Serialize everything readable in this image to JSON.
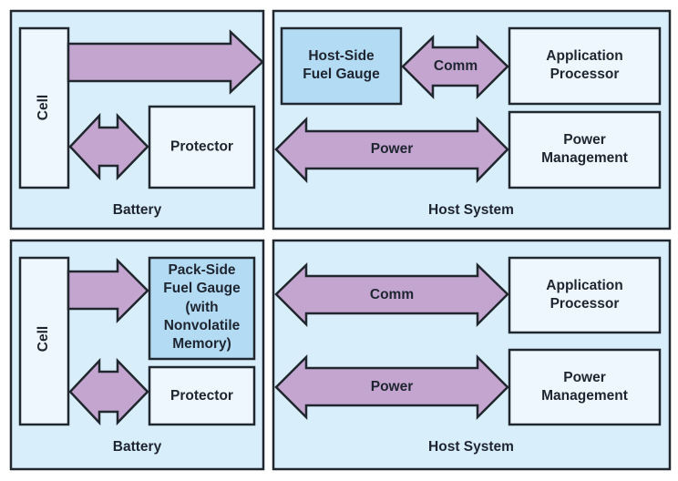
{
  "diagram": {
    "colors": {
      "panel_fill": "#d9eefb",
      "box_fill": "#eef7fd",
      "fuel_gauge_fill": "#b3dcf4",
      "arrow_fill": "#c3a5cf",
      "outline": "#20272e",
      "text": "#1e2530"
    },
    "top": {
      "battery": {
        "title": "Battery",
        "cell": "Cell",
        "protector": "Protector"
      },
      "host": {
        "title": "Host System",
        "fuel_gauge": [
          "Host-Side",
          "Fuel Gauge"
        ],
        "comm": "Comm",
        "power": "Power",
        "app_processor": [
          "Application",
          "Processor"
        ],
        "power_management": [
          "Power",
          "Management"
        ]
      }
    },
    "bottom": {
      "battery": {
        "title": "Battery",
        "cell": "Cell",
        "fuel_gauge": [
          "Pack-Side",
          "Fuel Gauge",
          "(with",
          "Nonvolatile",
          "Memory)"
        ],
        "protector": "Protector"
      },
      "host": {
        "title": "Host System",
        "comm": "Comm",
        "power": "Power",
        "app_processor": [
          "Application",
          "Processor"
        ],
        "power_management": [
          "Power",
          "Management"
        ]
      }
    }
  }
}
